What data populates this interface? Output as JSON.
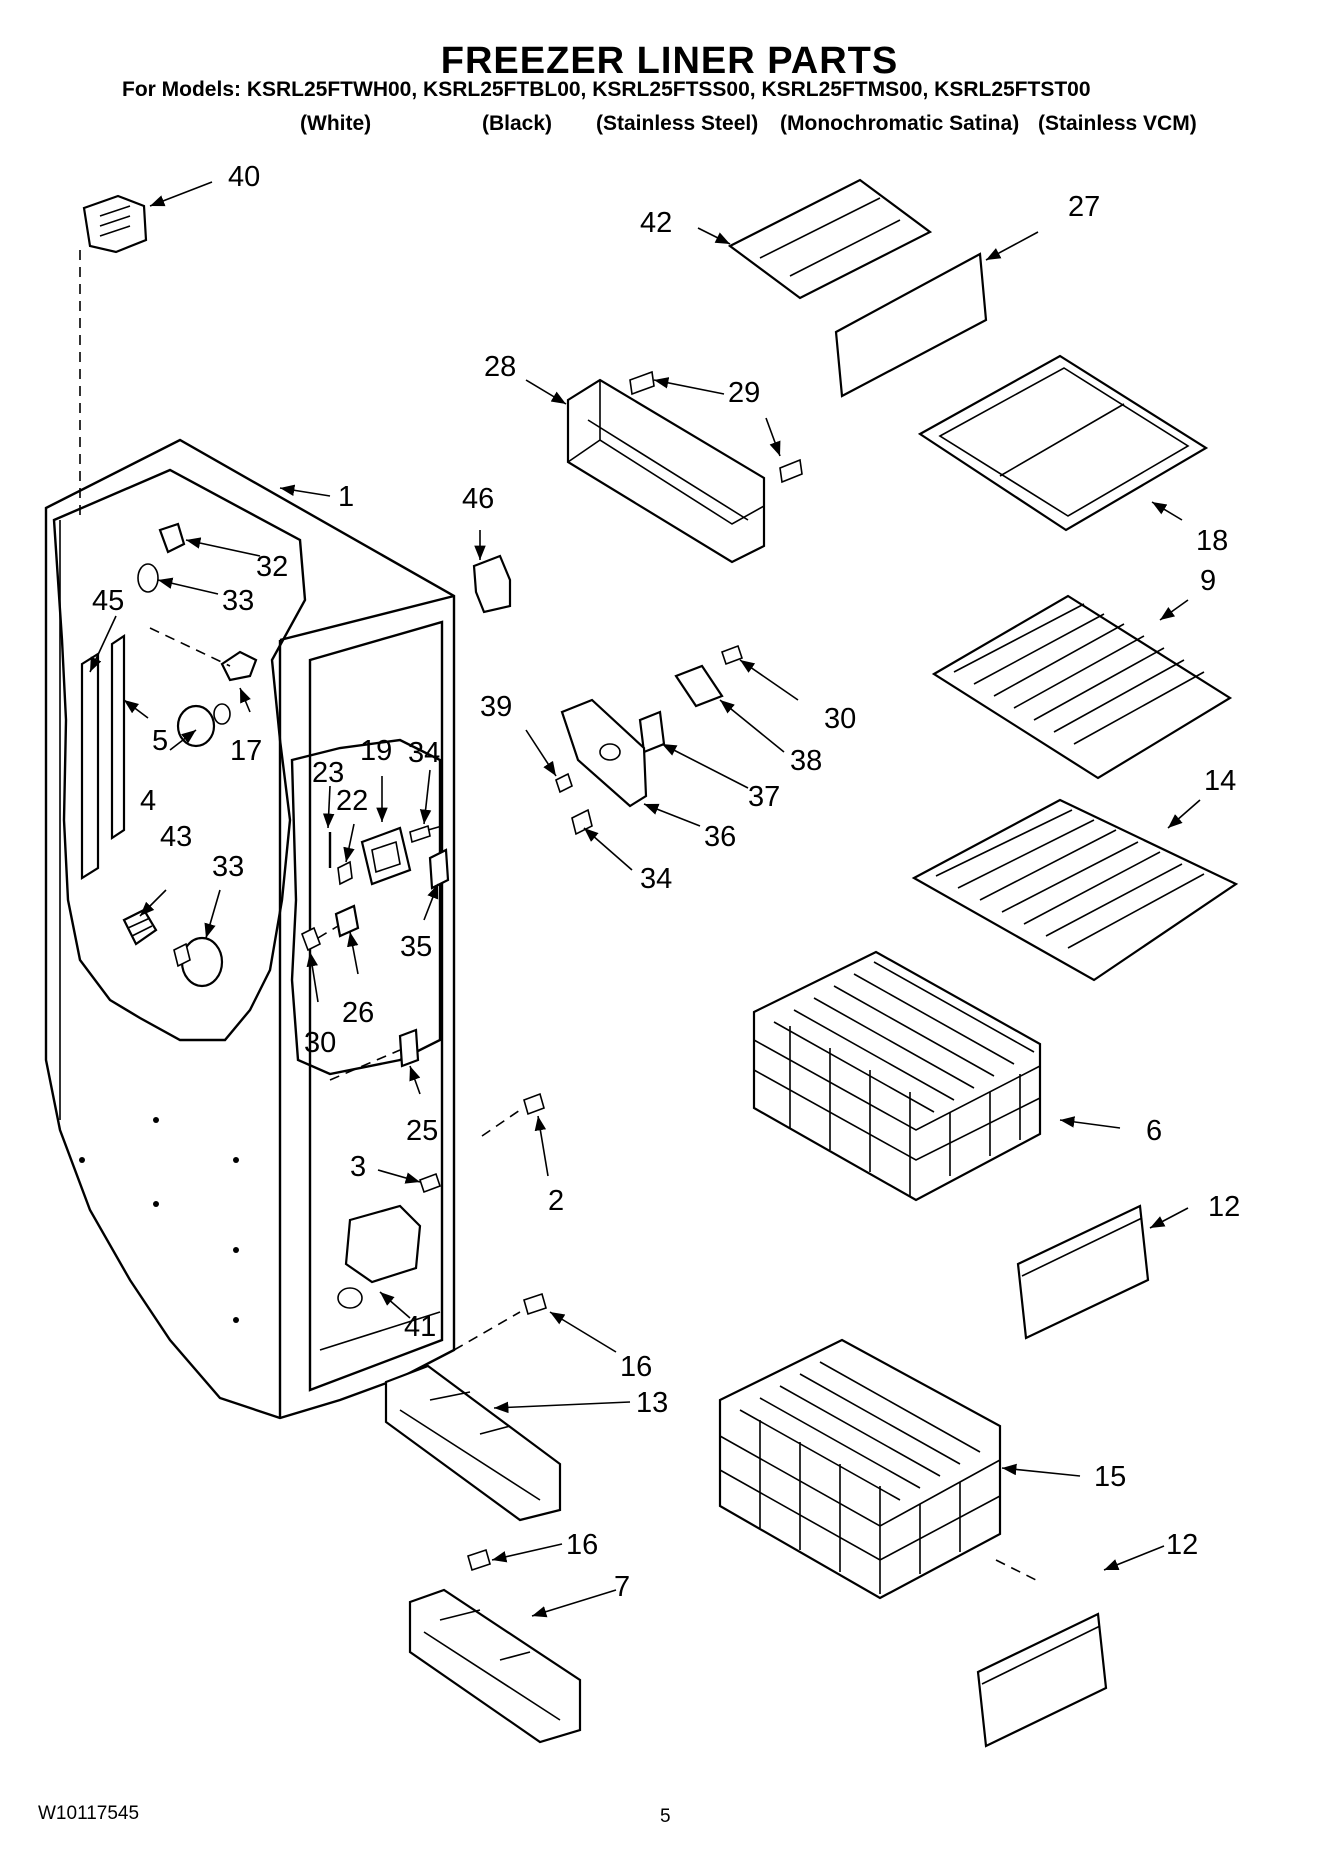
{
  "title": "FREEZER LINER PARTS",
  "models_line": "For Models: KSRL25FTWH00, KSRL25FTBL00, KSRL25FTSS00, KSRL25FTMS00, KSRL25FTST00",
  "variants": [
    "(White)",
    "(Black)",
    "(Stainless Steel)",
    "(Monochromatic Satina)",
    "(Stainless VCM)"
  ],
  "callouts": {
    "c40": "40",
    "c42": "42",
    "c27": "27",
    "c28": "28",
    "c29": "29",
    "c1": "1",
    "c46": "46",
    "c18": "18",
    "c32": "32",
    "c33a": "33",
    "c45": "45",
    "c9": "9",
    "c5": "5",
    "c17": "17",
    "c4": "4",
    "c30a": "30",
    "c39": "39",
    "c38": "38",
    "c37": "37",
    "c36": "36",
    "c34a": "34",
    "c23": "23",
    "c19": "19",
    "c34b": "34",
    "c22": "22",
    "c43": "43",
    "c33b": "33",
    "c14": "14",
    "c35": "35",
    "c26": "26",
    "c30b": "30",
    "c6": "6",
    "c25": "25",
    "c3": "3",
    "c2": "2",
    "c12a": "12",
    "c41": "41",
    "c16a": "16",
    "c13": "13",
    "c15": "15",
    "c16b": "16",
    "c12b": "12",
    "c7": "7"
  },
  "footer": {
    "doc_code": "W10117545",
    "page": "5"
  },
  "colors": {
    "ink": "#000000",
    "paper": "#ffffff"
  }
}
